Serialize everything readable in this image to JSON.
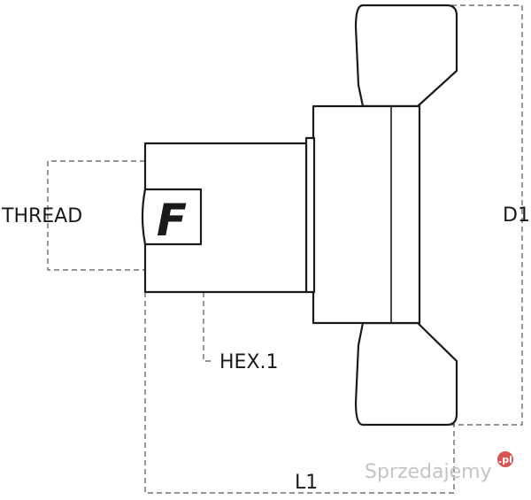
{
  "labels": {
    "thread": "THREAD",
    "hex": "HEX.1",
    "d1": "D1",
    "l1": "L1"
  },
  "logo": {
    "letter": "F"
  },
  "watermark": {
    "text": "Sprzedajemy",
    "suffix": ".pl",
    "badge_color": "#d9534f"
  },
  "colors": {
    "line": "#1a1a1a",
    "dimension": "#555555"
  }
}
